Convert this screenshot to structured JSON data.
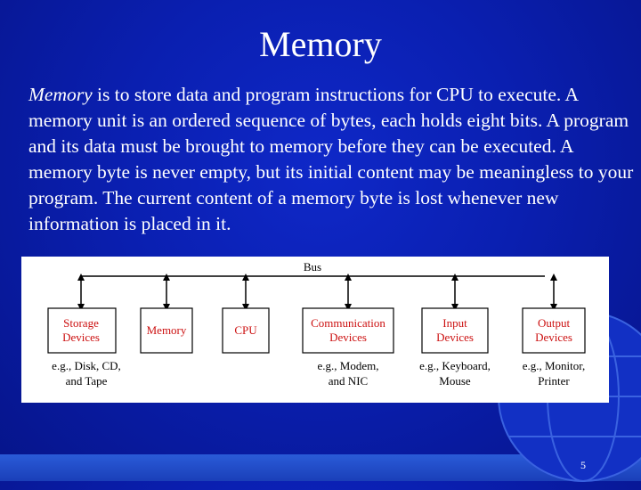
{
  "slide": {
    "title": "Memory",
    "body_emphasis": "Memory",
    "body_rest": " is to store data and program instructions for CPU to execute. A memory unit is an ordered sequence of bytes, each holds eight bits. A program and its data must be brought to memory before they can be executed. A memory byte is never empty, but its initial content may be meaningless to your program. The current content of a memory byte is lost whenever new information is placed in it.",
    "page_number": "5"
  },
  "diagram": {
    "bus_label": "Bus",
    "components": [
      {
        "label_lines": [
          "Storage",
          "Devices"
        ],
        "caption_lines": [
          "e.g., Disk, CD,",
          "and Tape"
        ]
      },
      {
        "label_lines": [
          "Memory"
        ],
        "caption_lines": []
      },
      {
        "label_lines": [
          "CPU"
        ],
        "caption_lines": []
      },
      {
        "label_lines": [
          "Communication",
          "Devices"
        ],
        "caption_lines": [
          "e.g., Modem,",
          "and NIC"
        ]
      },
      {
        "label_lines": [
          "Input",
          "Devices"
        ],
        "caption_lines": [
          "e.g., Keyboard,",
          "Mouse"
        ]
      },
      {
        "label_lines": [
          "Output",
          "Devices"
        ],
        "caption_lines": [
          "e.g., Monitor,",
          "Printer"
        ]
      }
    ]
  },
  "colors": {
    "background": "#0a1fb0",
    "text": "#ffffff",
    "box_label": "#cc1111",
    "diagram_line": "#000000"
  }
}
